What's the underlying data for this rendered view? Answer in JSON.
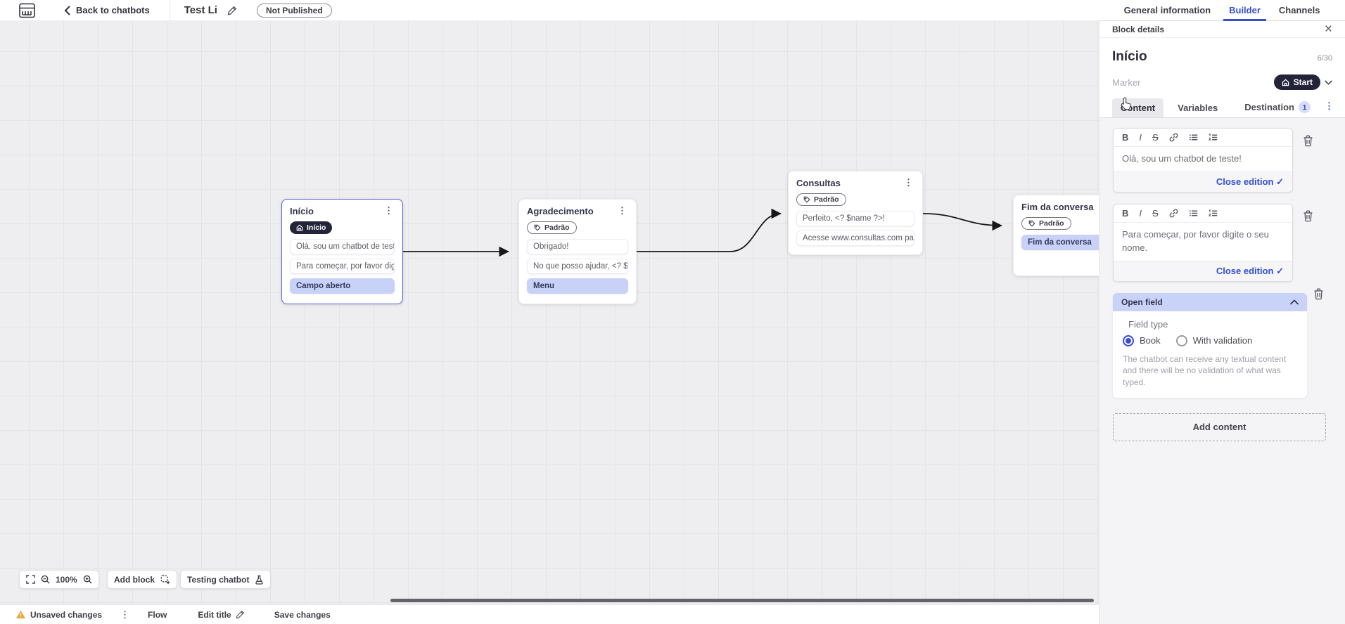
{
  "topbar": {
    "back_label": "Back to chatbots",
    "title": "Test Li",
    "status_badge": "Not Published",
    "tabs": [
      {
        "label": "General information",
        "active": false
      },
      {
        "label": "Builder",
        "active": true
      },
      {
        "label": "Channels",
        "active": false
      }
    ]
  },
  "panel": {
    "header": "Block details",
    "block_name": "Início",
    "name_counter": "6/30",
    "marker_label": "Marker",
    "marker_value": "Start",
    "tabs": [
      {
        "label": "Content",
        "active": true
      },
      {
        "label": "Variables",
        "active": false
      },
      {
        "label": "Destination",
        "active": false,
        "badge": "1"
      }
    ],
    "editors": [
      {
        "text": "Olá, sou um chatbot de teste!",
        "action": "Close edition"
      },
      {
        "text": "Para começar, por favor digite o seu nome.",
        "action": "Close edition"
      }
    ],
    "open_field": {
      "title": "Open field",
      "field_type_label": "Field type",
      "options": [
        {
          "label": "Book",
          "selected": true
        },
        {
          "label": "With validation",
          "selected": false
        }
      ],
      "description": "The chatbot can receive any textual content and there will be no validation of what was typed."
    },
    "add_content_label": "Add content"
  },
  "canvas": {
    "nodes": [
      {
        "title": "Início",
        "badge": "Início",
        "items": [
          {
            "text": "Olá, sou um chatbot de teste!"
          },
          {
            "text": "Para começar, por favor digite o ..."
          },
          {
            "text": "Campo aberto"
          }
        ]
      },
      {
        "title": "Agradecimento",
        "badge": "Padrão",
        "items": [
          {
            "text": "Obrigado!"
          },
          {
            "text": "No que posso ajudar, <? $name ..."
          },
          {
            "text": "Menu"
          }
        ]
      },
      {
        "title": "Consultas",
        "badge": "Padrão",
        "items": [
          {
            "text": "Perfeito, <? $name ?>!"
          },
          {
            "text": "Acesse www.consultas.com par..."
          }
        ]
      },
      {
        "title": "Fim da conversa",
        "badge": "Padrão",
        "items": [
          {
            "text": "Fim da conversa"
          }
        ]
      }
    ],
    "toolbar": {
      "zoom_level": "100%",
      "add_block_label": "Add block",
      "testing_label": "Testing chatbot"
    }
  },
  "statusbar": {
    "unsaved_label": "Unsaved changes",
    "flow_label": "Flow",
    "edit_title_label": "Edit title",
    "save_label": "Save changes"
  },
  "colors": {
    "accent": "#3350cf",
    "lavender": "#c8d1f7",
    "dark_pill": "#23233a",
    "warning": "#f0a43a"
  }
}
